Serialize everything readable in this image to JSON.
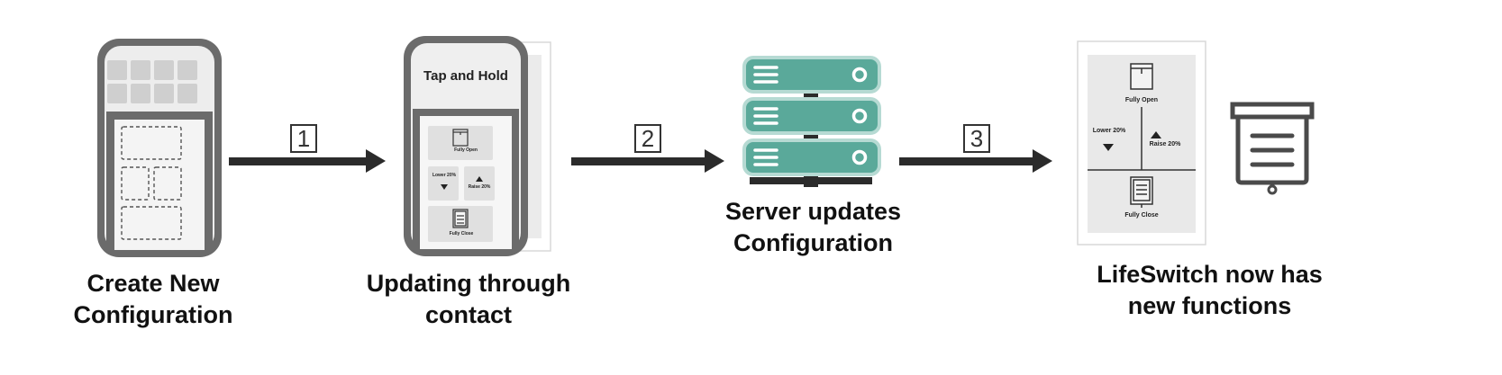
{
  "steps": [
    {
      "number": "1",
      "caption_line1": "Create New",
      "caption_line2": "Configuration"
    },
    {
      "number": "2",
      "caption_line1": "Updating through",
      "caption_line2": "contact"
    },
    {
      "number": "3",
      "caption_line1": "Server updates",
      "caption_line2": "Configuration"
    },
    {
      "caption_line1": "LifeSwitch now has",
      "caption_line2": "new functions"
    }
  ],
  "phone2": {
    "heading": "Tap and Hold",
    "fully_open": "Fully Open",
    "lower": "Lower 20%",
    "raise": "Raise 20%",
    "fully_close": "Fully Close"
  },
  "panel": {
    "fully_open": "Fully Open",
    "lower": "Lower 20%",
    "raise": "Raise 20%",
    "fully_close": "Fully Close"
  },
  "colors": {
    "server_fill": "#5aa99a",
    "server_border": "#b6dad3",
    "phone_body": "#6b6b6b",
    "dark": "#2b2b2b"
  },
  "icons": [
    "phone-icon",
    "server-icon",
    "blind-icon",
    "arrow-right-icon"
  ]
}
